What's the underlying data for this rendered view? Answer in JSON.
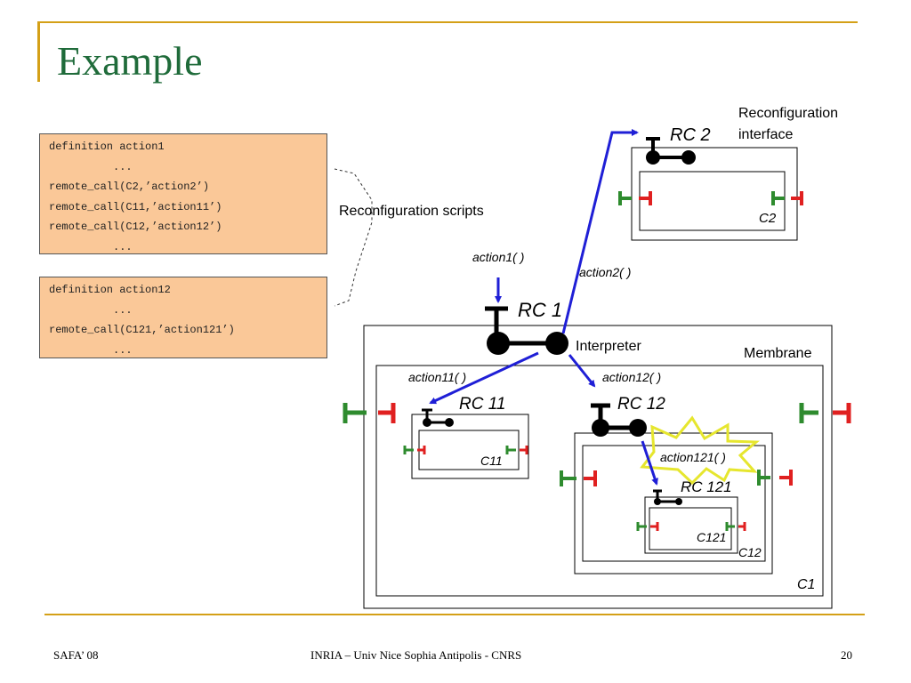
{
  "title": "Example",
  "scripts": [
    {
      "lines": [
        "definition action1",
        "          ...",
        "remote_call(C2,’action2’)",
        "remote_call(C11,’action11’)",
        "remote_call(C12,’action12’)",
        "          ..."
      ]
    },
    {
      "lines": [
        "definition action12",
        "          ...",
        "remote_call(C121,’action121’)",
        "          ..."
      ]
    }
  ],
  "labels": {
    "reconf_scripts": "Reconfiguration scripts",
    "reconf_interface_1": "Reconfiguration",
    "reconf_interface_2": "interface",
    "interpreter": "Interpreter",
    "membrane": "Membrane",
    "action1": "action1( )",
    "action2": "action2( )",
    "action11": "action11( )",
    "action12": "action12( )",
    "action121": "action121( )",
    "rc1": "RC 1",
    "rc2": "RC 2",
    "rc11": "RC 11",
    "rc12": "RC 12",
    "rc121": "RC 121",
    "c1": "C1",
    "c2": "C2",
    "c11": "C11",
    "c12": "C12",
    "c121": "C121"
  },
  "footer": {
    "left": "SAFA’ 08",
    "center": "INRIA – Univ Nice Sophia Antipolis - CNRS",
    "page": "20"
  },
  "colors": {
    "title": "#1f6b3a",
    "accent_line": "#d4a017",
    "script_bg": "#fac898",
    "arrow": "#1f1fd6",
    "server_if": "#2e8b2e",
    "client_if": "#e02020",
    "burst": "#e6e62e"
  }
}
